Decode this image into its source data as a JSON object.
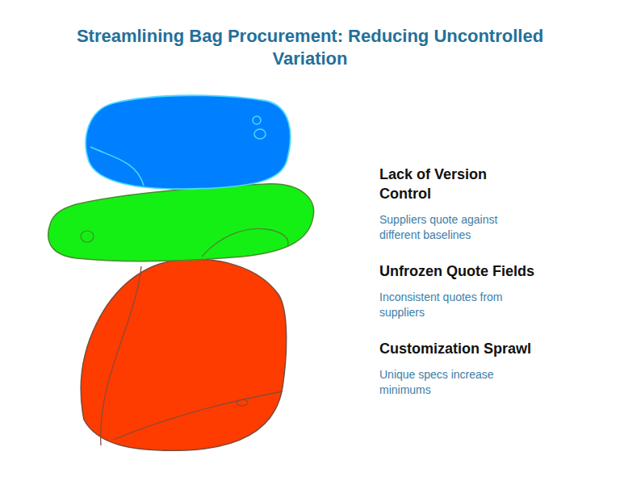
{
  "diagram": {
    "title": "Streamlining Bag Procurement: Reducing Uncontrolled Variation",
    "labels": [
      "Lack of Version Control",
      "Suppliers quote against different baselines",
      "Unfrozen Quote Fields",
      "Inconsistent quotes from suppliers",
      "Customization Sprawl",
      "Unique specs increase minimums"
    ]
  }
}
